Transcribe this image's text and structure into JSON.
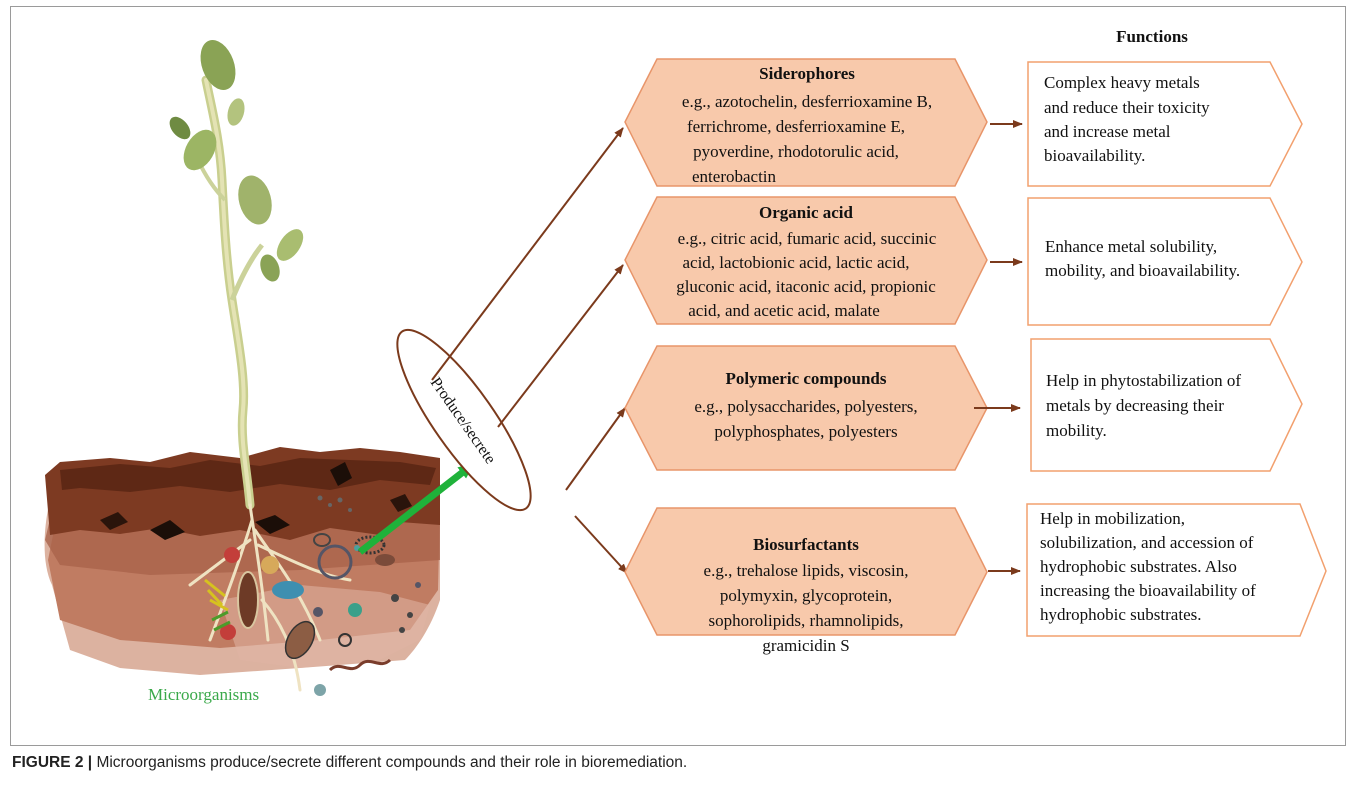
{
  "figure": {
    "functions_header": "Functions",
    "hub_label": "Produce/secrete",
    "microbe_label": "Microorganisms",
    "colors": {
      "compound_fill": "#f8c9ab",
      "compound_stroke": "#e8956a",
      "function_stroke": "#f2a06e",
      "arrow": "#7b3a1c",
      "green_arrow": "#1fb23a",
      "microbe_label": "#3aa94a"
    },
    "compounds": [
      {
        "title": "Siderophores",
        "lines": [
          "e.g., azotochelin, desferrioxamine B,",
          "ferrichrome, desferrioxamine E,",
          "pyoverdine, rhodotorulic acid,",
          "enterobactin"
        ]
      },
      {
        "title": "Organic acid",
        "lines": [
          "e.g., citric acid, fumaric acid, succinic",
          "acid, lactobionic acid, lactic acid,",
          "gluconic acid, itaconic acid, propionic",
          "acid, and acetic acid, malate"
        ]
      },
      {
        "title": "Polymeric compounds",
        "lines": [
          "e.g., polysaccharides, polyesters,",
          "polyphosphates, polyesters"
        ]
      },
      {
        "title": "Biosurfactants",
        "lines": [
          "e.g., trehalose lipids, viscosin,",
          "polymyxin, glycoprotein,",
          "sophorolipids, rhamnolipids,",
          "gramicidin S"
        ]
      }
    ],
    "functions": [
      {
        "lines": [
          "Complex heavy metals",
          "and reduce their toxicity",
          "and increase metal",
          "bioavailability."
        ]
      },
      {
        "lines": [
          "Enhance metal solubility,",
          "mobility, and bioavailability."
        ]
      },
      {
        "lines": [
          "Help in phytostabilization of",
          "metals by decreasing their",
          "mobility."
        ]
      },
      {
        "lines": [
          "Help in mobilization,",
          "solubilization, and accession of",
          "hydrophobic substrates.  Also",
          "increasing the bioavailability of",
          "hydrophobic substrates."
        ]
      }
    ]
  },
  "caption": {
    "label": "FIGURE 2",
    "separator": " | ",
    "text": "Microorganisms produce/secrete different compounds and their role in bioremediation."
  }
}
